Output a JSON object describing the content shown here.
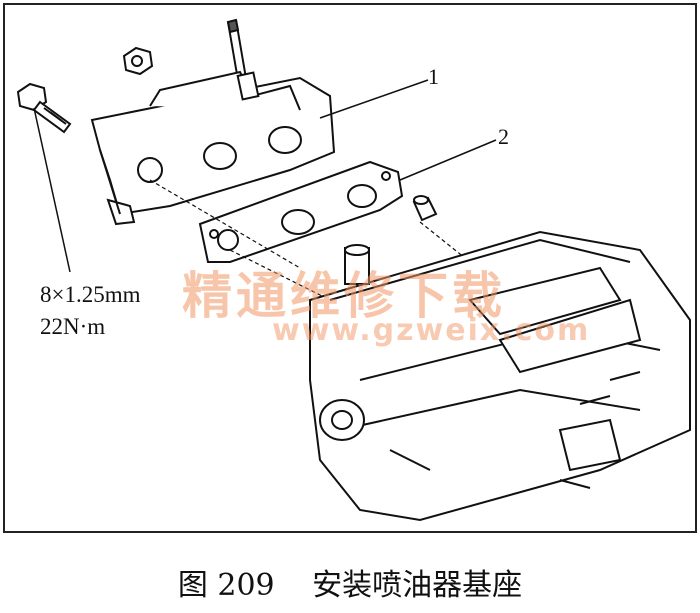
{
  "callouts": {
    "part1": "1",
    "part2": "2"
  },
  "bolt_spec": {
    "size": "8×1.25mm",
    "torque": "22N·m"
  },
  "watermark": {
    "text_cn": "精通维修下载",
    "url": "www.gzweix.com"
  },
  "caption": {
    "figure_number": "图 209",
    "title": "安装喷油器基座"
  }
}
